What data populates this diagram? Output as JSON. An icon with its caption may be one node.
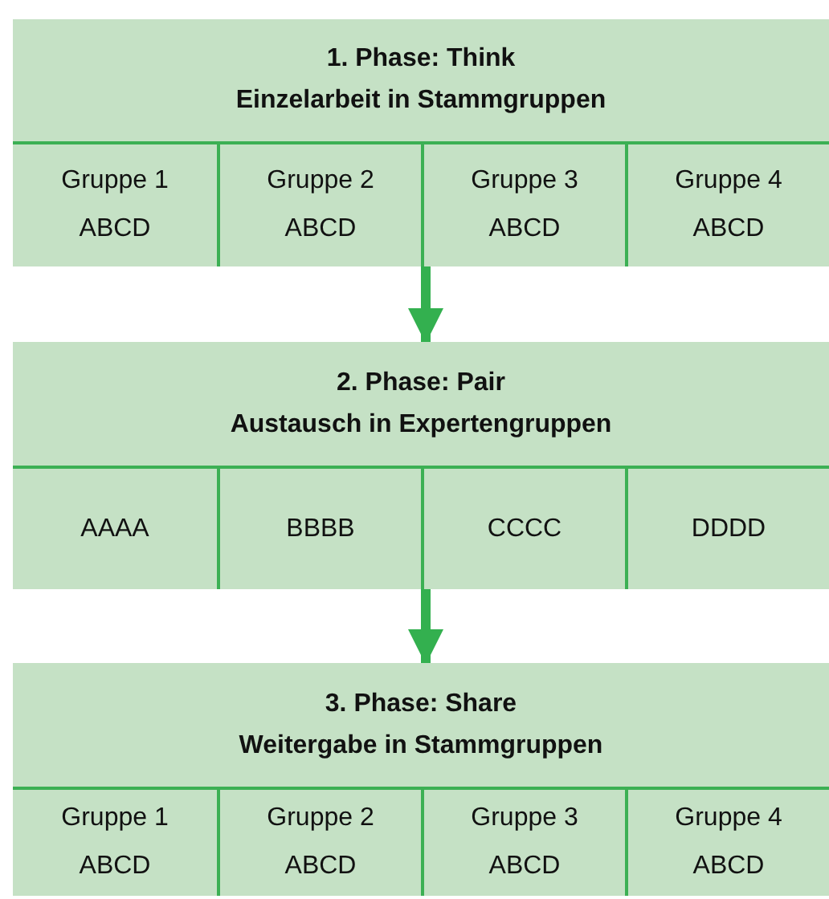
{
  "diagram": {
    "nodes": [
      {
        "text": [
          "1. Phase: Think",
          "Einzelarbeit in Stammgruppen"
        ]
      },
      {
        "text": [
          "Gruppe 1",
          "ABCD"
        ],
        "in": 0
      },
      {
        "text": [
          "Gruppe 2",
          "ABCD"
        ],
        "in": 0
      },
      {
        "text": [
          "Gruppe 3",
          "ABCD"
        ],
        "in": 0
      },
      {
        "text": [
          "Gruppe 4",
          "ABCD"
        ],
        "in": 0
      },
      {
        "text": [
          "2. Phase: Pair",
          "Austausch in Expertengruppen"
        ]
      },
      {
        "text": [
          "AAAA"
        ],
        "in": 5
      },
      {
        "text": [
          "BBBB"
        ],
        "in": 5
      },
      {
        "text": [
          "CCCC"
        ],
        "in": 5
      },
      {
        "text": [
          "DDDD"
        ],
        "in": 5
      },
      {
        "text": [
          "3. Phase: Share",
          "Weitergabe in Stammgruppen"
        ]
      },
      {
        "text": [
          "Gruppe 1",
          "ABCD"
        ],
        "in": 10
      },
      {
        "text": [
          "Gruppe 2",
          "ABCD"
        ],
        "in": 10
      },
      {
        "text": [
          "Gruppe 3",
          "ABCD"
        ],
        "in": 10
      },
      {
        "text": [
          "Gruppe 4",
          "ABCD"
        ],
        "in": 10
      }
    ],
    "edges": [
      {
        "from": 0,
        "to": 5,
        "arrow": "to"
      },
      {
        "from": 5,
        "to": 10,
        "arrow": "to"
      }
    ]
  }
}
